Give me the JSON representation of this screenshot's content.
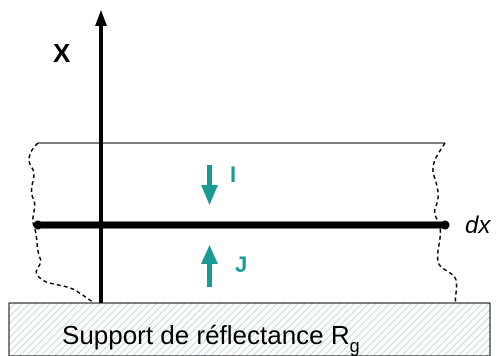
{
  "axis": {
    "label": "X"
  },
  "layer": {
    "element_label": "dx"
  },
  "fluxes": {
    "downward": {
      "label": "I",
      "direction": "down"
    },
    "upward": {
      "label": "J",
      "direction": "up"
    }
  },
  "support": {
    "label": "Support de réflectance R",
    "subscript": "g"
  },
  "colors": {
    "flux_arrow": "#1a9a95",
    "line": "#000000",
    "support_hatch": "#b8d0d8"
  }
}
